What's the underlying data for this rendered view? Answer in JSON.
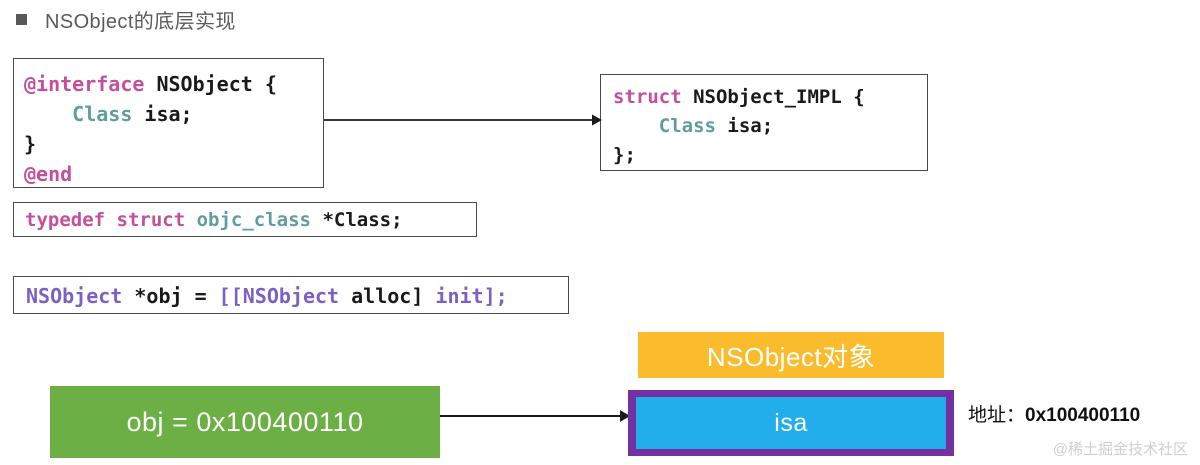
{
  "slide": {
    "bullet_icon": "square-bullet-icon",
    "title": "NSObject的底层实现"
  },
  "code_blocks": {
    "interface": {
      "name": "nsobject-interface-declaration",
      "lines": [
        [
          {
            "t": "@interface",
            "c": "kw"
          },
          {
            "t": " NSObject {",
            "c": "plain"
          }
        ],
        [
          {
            "t": "    ",
            "c": "plain"
          },
          {
            "t": "Class",
            "c": "type"
          },
          {
            "t": " isa;",
            "c": "plain"
          }
        ],
        [
          {
            "t": "}",
            "c": "plain"
          }
        ],
        [
          {
            "t": "@end",
            "c": "kw"
          }
        ]
      ]
    },
    "struct": {
      "name": "nsobject-impl-struct",
      "lines": [
        [
          {
            "t": "struct",
            "c": "kw"
          },
          {
            "t": " NSObject_IMPL {",
            "c": "plain"
          }
        ],
        [
          {
            "t": "    ",
            "c": "plain"
          },
          {
            "t": "Class",
            "c": "type"
          },
          {
            "t": " isa;",
            "c": "plain"
          }
        ],
        [
          {
            "t": "};",
            "c": "plain"
          }
        ]
      ]
    },
    "typedef": {
      "name": "class-typedef",
      "lines": [
        [
          {
            "t": "typedef struct",
            "c": "kw"
          },
          {
            "t": " ",
            "c": "plain"
          },
          {
            "t": "objc_class",
            "c": "type"
          },
          {
            "t": " *Class;",
            "c": "plain"
          }
        ]
      ]
    },
    "alloc": {
      "name": "nsobject-alloc-init-statement",
      "lines": [
        [
          {
            "t": "NSObject",
            "c": "purple"
          },
          {
            "t": " *obj = ",
            "c": "plain"
          },
          {
            "t": "[[",
            "c": "purple"
          },
          {
            "t": "NSObject",
            "c": "purple"
          },
          {
            "t": " alloc]",
            "c": "plain"
          },
          {
            "t": " init];",
            "c": "purple"
          }
        ]
      ]
    }
  },
  "arrows": [
    {
      "name": "arrow-interface-to-struct",
      "from": "nsobject-interface-declaration",
      "to": "nsobject-impl-struct"
    },
    {
      "name": "arrow-obj-to-isa",
      "from": "obj-pointer-box",
      "to": "isa-memory-box"
    }
  ],
  "memory_diagram": {
    "obj_pointer_label": "obj = 0x100400110",
    "object_header_label": "NSObject对象",
    "isa_label": "isa",
    "address_note_prefix": "地址：",
    "address_note_value": "0x100400110"
  },
  "watermark": "@稀土掘金技术社区",
  "colors": {
    "green": "#6CAF44",
    "orange": "#FABB2D",
    "purple_border": "#7230A0",
    "blue": "#21AEEA",
    "keyword_pink": "#C4509B",
    "type_teal": "#5F9E9D",
    "message_purple": "#7B61C4",
    "title_gray": "#5A5A5C"
  }
}
